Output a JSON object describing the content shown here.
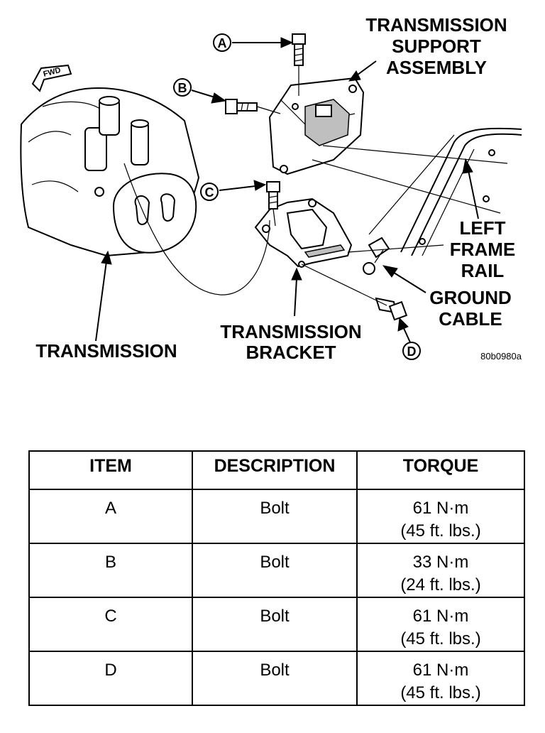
{
  "diagram": {
    "labels": {
      "transmission_support_line1": "TRANSMISSION",
      "transmission_support_line2": "SUPPORT",
      "transmission_support_line3": "ASSEMBLY",
      "left_frame_rail_line1": "LEFT",
      "left_frame_rail_line2": "FRAME",
      "left_frame_rail_line3": "RAIL",
      "ground_cable_line1": "GROUND",
      "ground_cable_line2": "CABLE",
      "transmission_bracket_line1": "TRANSMISSION",
      "transmission_bracket_line2": "BRACKET",
      "transmission": "TRANSMISSION",
      "fwd": "FWD"
    },
    "callouts": [
      "A",
      "B",
      "C",
      "D"
    ],
    "figure_code": "80b0980a"
  },
  "table": {
    "headers": [
      "ITEM",
      "DESCRIPTION",
      "TORQUE"
    ],
    "rows": [
      {
        "item": "A",
        "description": "Bolt",
        "torque_metric": "61 N·m",
        "torque_imperial": "(45 ft. lbs.)"
      },
      {
        "item": "B",
        "description": "Bolt",
        "torque_metric": "33 N·m",
        "torque_imperial": "(24 ft. lbs.)"
      },
      {
        "item": "C",
        "description": "Bolt",
        "torque_metric": "61 N·m",
        "torque_imperial": "(45 ft. lbs.)"
      },
      {
        "item": "D",
        "description": "Bolt",
        "torque_metric": "61 N·m",
        "torque_imperial": "(45 ft. lbs.)"
      }
    ]
  }
}
